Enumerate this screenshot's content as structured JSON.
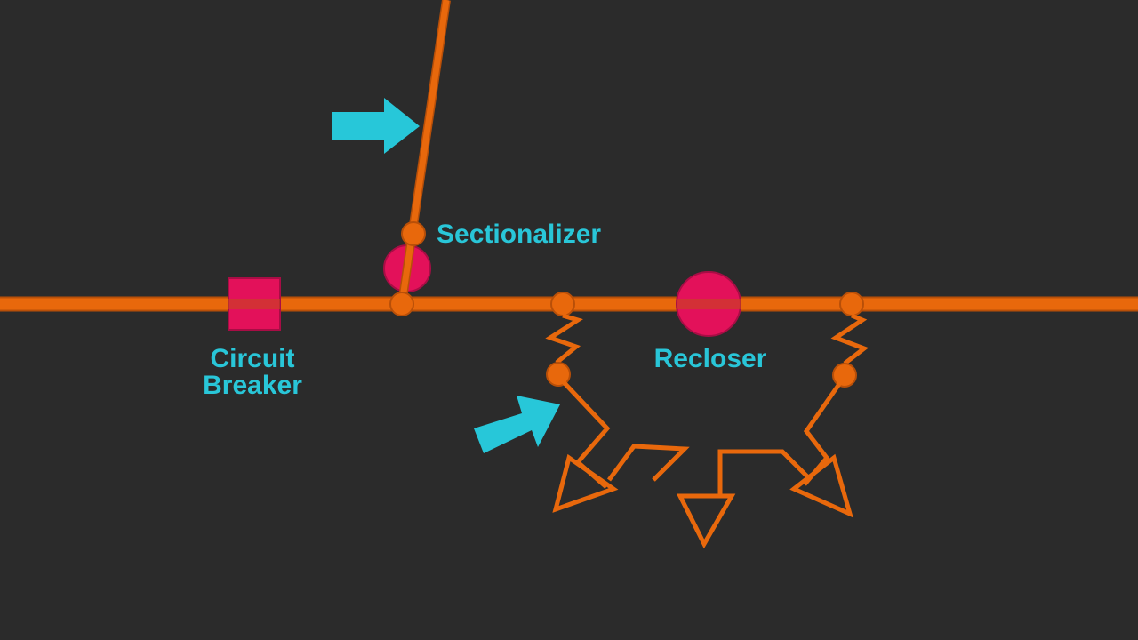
{
  "colors": {
    "background": "#2b2b2b",
    "line": "#e8680c",
    "line_outline": "#b84f08",
    "device": "#e3115a",
    "device_outline": "#a80d45",
    "label": "#29c6d8",
    "arrow": "#27c7d9"
  },
  "labels": {
    "circuit_breaker_line1": "Circuit",
    "circuit_breaker_line2": "Breaker",
    "sectionalizer": "Sectionalizer",
    "recloser": "Recloser"
  },
  "devices": [
    {
      "name": "circuit-breaker",
      "shape": "square"
    },
    {
      "name": "sectionalizer",
      "shape": "circle"
    },
    {
      "name": "recloser",
      "shape": "circle"
    }
  ],
  "pointers": [
    {
      "name": "arrow-pointing-at-branch-line",
      "target": "branch line"
    },
    {
      "name": "arrow-pointing-at-lightning-fault",
      "target": "lightning fault"
    }
  ]
}
